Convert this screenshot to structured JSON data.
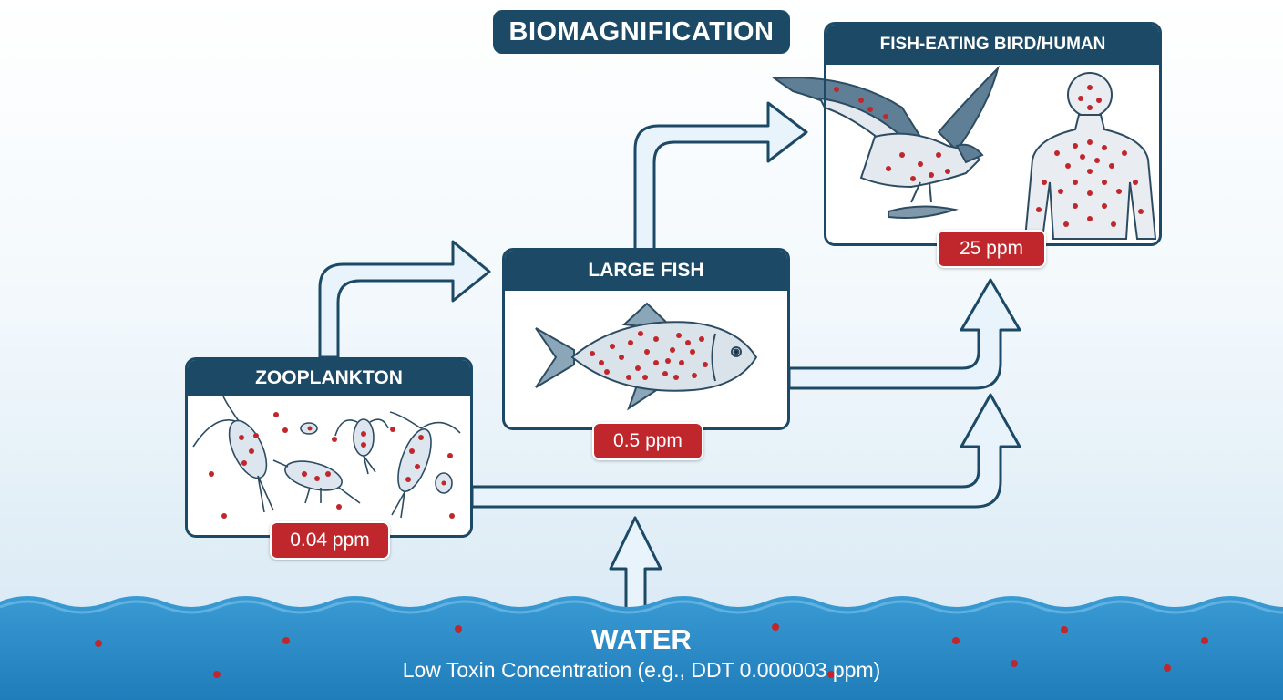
{
  "title": "BIOMAGNIFICATION",
  "levels": {
    "zooplankton": {
      "label": "ZOOPLANKTON",
      "ppm": "0.04 ppm"
    },
    "large_fish": {
      "label": "LARGE FISH",
      "ppm": "0.5 ppm"
    },
    "top": {
      "label": "FISH-EATING BIRD/HUMAN",
      "ppm": "25 ppm"
    }
  },
  "water": {
    "label": "WATER",
    "subtitle": "Low Toxin Concentration (e.g., DDT 0.000003 ppm)"
  },
  "colors": {
    "navy": "#1b4966",
    "toxin_red": "#c0272d",
    "water_blue": "#2c8ec8",
    "arrow_fill": "#e6f2fa"
  },
  "icons": [
    "zooplankton-icon",
    "fish-icon",
    "osprey-icon",
    "human-silhouette-icon",
    "toxin-dot-icon"
  ]
}
